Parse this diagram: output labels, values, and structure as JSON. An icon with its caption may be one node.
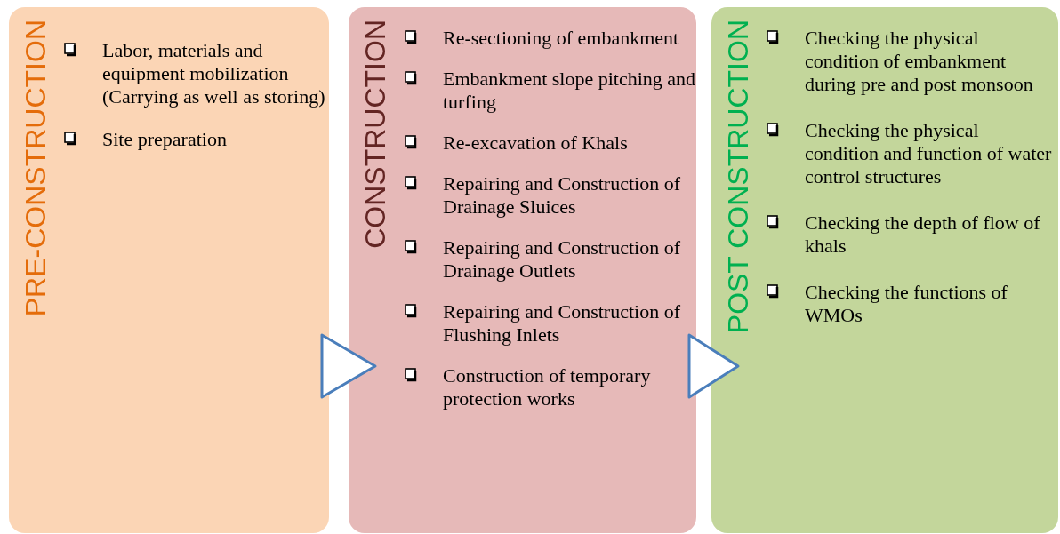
{
  "diagram": {
    "nodes": [
      {
        "text": [
          "PRE-CONSTRUCTION",
          "Labor, materials and equipment mobilization (Carrying as well as storing)",
          "Site preparation"
        ]
      },
      {
        "text": [
          "CONSTRUCTION",
          "Re-sectioning of embankment",
          "Embankment slope pitching and turfing",
          "Re-excavation of Khals",
          "Repairing and Construction of Drainage Sluices",
          "Repairing and Construction of Drainage Outlets",
          "Repairing and Construction of Flushing Inlets",
          "Construction of temporary protection works"
        ]
      },
      {
        "text": [
          "POST CONSTRUCTION",
          "Checking the physical condition of embankment during pre and post monsoon",
          "Checking the physical condition and function of water control structures",
          "Checking the depth of flow of khals",
          "Checking the functions of WMOs"
        ]
      }
    ],
    "edges": [
      {
        "from": 0,
        "to": 1,
        "arrow": "to"
      },
      {
        "from": 1,
        "to": 2,
        "arrow": "to"
      }
    ]
  }
}
